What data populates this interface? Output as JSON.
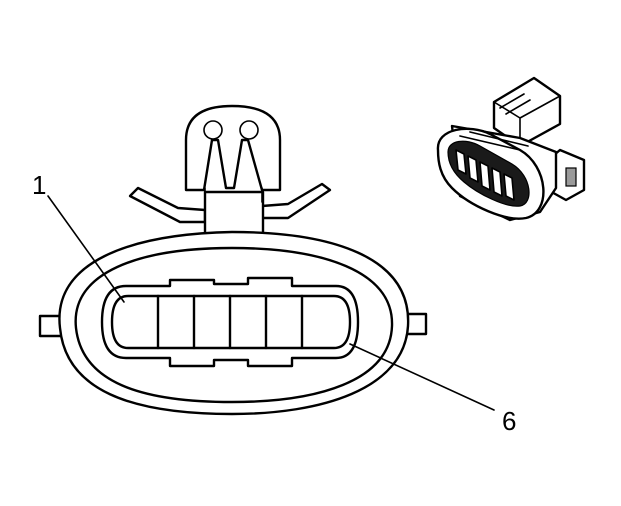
{
  "callouts": [
    {
      "id": "callout-1",
      "label": "1"
    },
    {
      "id": "callout-6",
      "label": "6"
    }
  ],
  "colors": {
    "line": "#000000",
    "background": "#ffffff",
    "shade": "#9a9a9a"
  }
}
